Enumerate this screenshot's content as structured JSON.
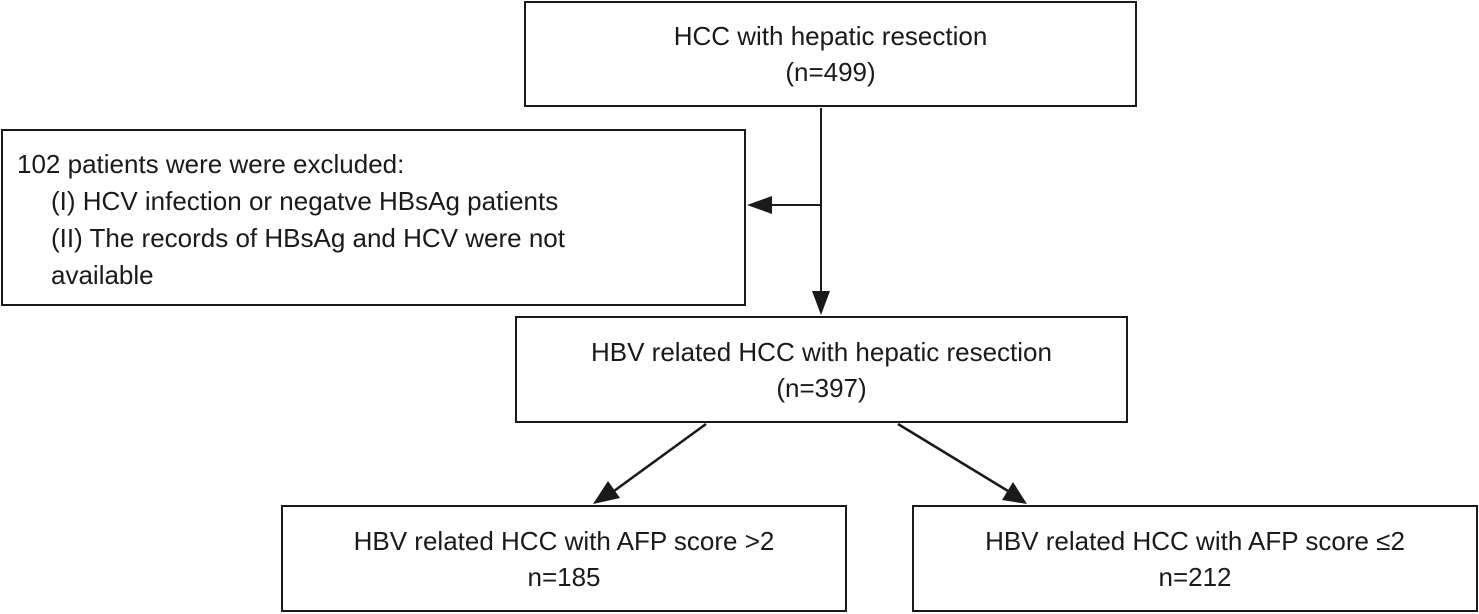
{
  "nodes": {
    "top": {
      "line1": "HCC with hepatic resection",
      "line2": "(n=499)"
    },
    "excluded": {
      "line1": "102 patients were were excluded:",
      "line2": "(I) HCV infection or negatve HBsAg patients",
      "line3": "(II) The records of HBsAg and HCV were not",
      "line4": "available"
    },
    "middle": {
      "line1": "HBV related HCC with hepatic resection",
      "line2": "(n=397)"
    },
    "left_bottom": {
      "line1": "HBV related HCC with AFP score >2",
      "line2": "n=185"
    },
    "right_bottom": {
      "line1": "HBV related HCC with AFP score ≤2",
      "line2": "n=212"
    }
  },
  "colors": {
    "stroke": "#1a1a1a",
    "background": "#ffffff"
  }
}
